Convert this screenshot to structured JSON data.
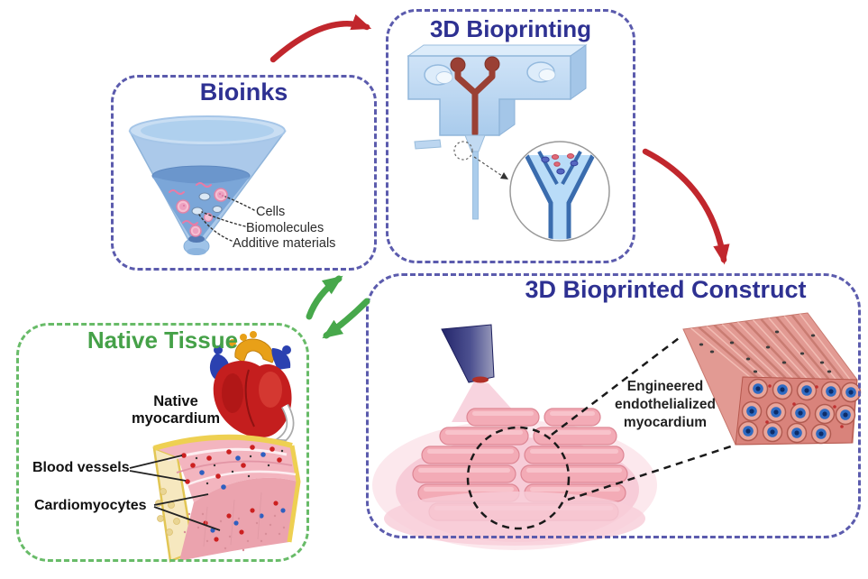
{
  "bioinks": {
    "title": "Bioinks",
    "labels": {
      "cells": "Cells",
      "biomolecules": "Biomolecules",
      "additive": "Additive materials"
    }
  },
  "bioprinting": {
    "title": "3D Bioprinting"
  },
  "native_tissue": {
    "title": "Native Tissue",
    "labels": {
      "myocardium": "Native\nmyocardium",
      "blood_vessels": "Blood vessels",
      "cardiomyocytes": "Cardiomyocytes"
    }
  },
  "construct": {
    "title": "3D Bioprinted Construct",
    "labels": {
      "engineered": "Engineered\nendothelialized\nmyocardium"
    }
  },
  "colors": {
    "title_indigo": "#2e3192",
    "title_green": "#45a148",
    "panel_border_indigo": "#5b5bad",
    "panel_border_green": "#68bb68",
    "arrow_red": "#c1272d",
    "arrow_green": "#47a84b",
    "bioink_blue": "#7ba6d8",
    "tissue_pink": "#f3b5bf",
    "endothelium_blue": "#2e6ac2"
  }
}
